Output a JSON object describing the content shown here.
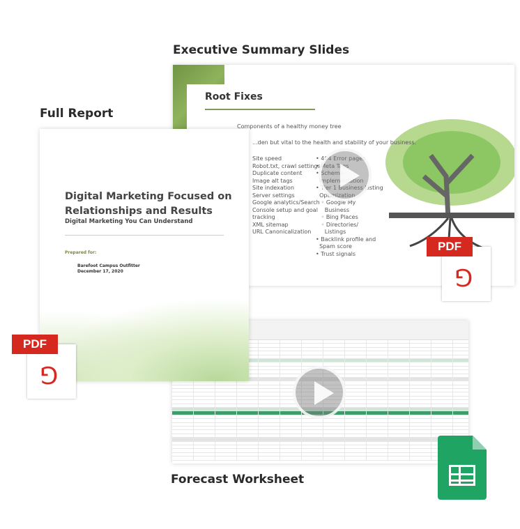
{
  "captions": {
    "slides": "Executive Summary Slides",
    "report": "Full Report",
    "worksheet": "Forecast Worksheet"
  },
  "slide": {
    "title": "Root Fixes",
    "subtitle": "Components of a healthy money tree",
    "intro": "...den but vital to the health and stability of your business.",
    "left_items": [
      "Site speed",
      "Robot.txt, crawl settings",
      "Duplicate content",
      "Image alt tags",
      "Site indexation",
      "Server settings",
      "Google analytics/Search",
      "Console setup and goal",
      "tracking",
      "XML sitemap",
      "URL Canonicalization"
    ],
    "right_items": [
      "• 404 Error pages",
      "• Meta Tags",
      "• Schema",
      "  Implementation",
      "• Tier 1 Business Listing",
      "  Optimization",
      "   ◦ Google My",
      "     Business",
      "   ◦ Bing Places",
      "   ◦ Directories/",
      "     Listings",
      "• Backlink profile and",
      "  Spam score",
      "• Trust signals"
    ]
  },
  "report": {
    "title_line1": "Digital Marketing Focused on",
    "title_line2": "Relationships and Results",
    "subtitle": "Digital Marketing You Can Understand",
    "prepared_label": "Prepared for:",
    "client": "Barefoot Campus Outfitter",
    "date": "December 17, 2020"
  },
  "icons": {
    "pdf_label": "PDF",
    "pdf_color": "#d5281f",
    "sheets_color": "#20a464"
  }
}
